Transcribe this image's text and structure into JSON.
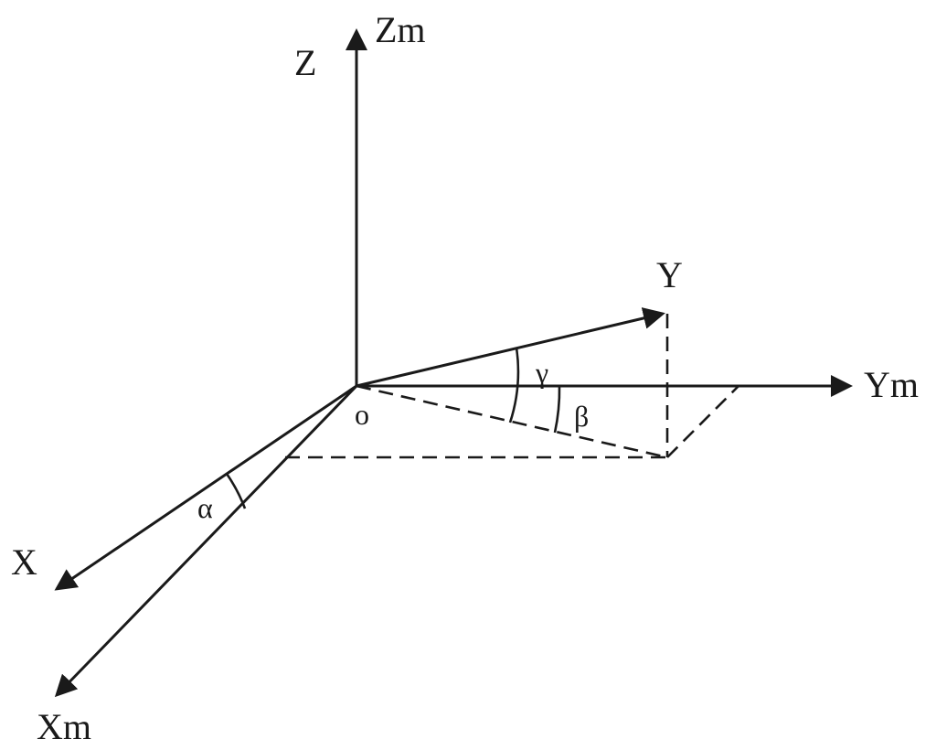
{
  "labels": {
    "zm": "Zm",
    "z": "Z",
    "y": "Y",
    "ym": "Ym",
    "origin": "o",
    "x": "X",
    "xm": "Xm",
    "gamma": "γ",
    "beta": "β",
    "alpha": "α"
  },
  "colors": {
    "line": "#1a1a1a",
    "background": "#ffffff"
  }
}
